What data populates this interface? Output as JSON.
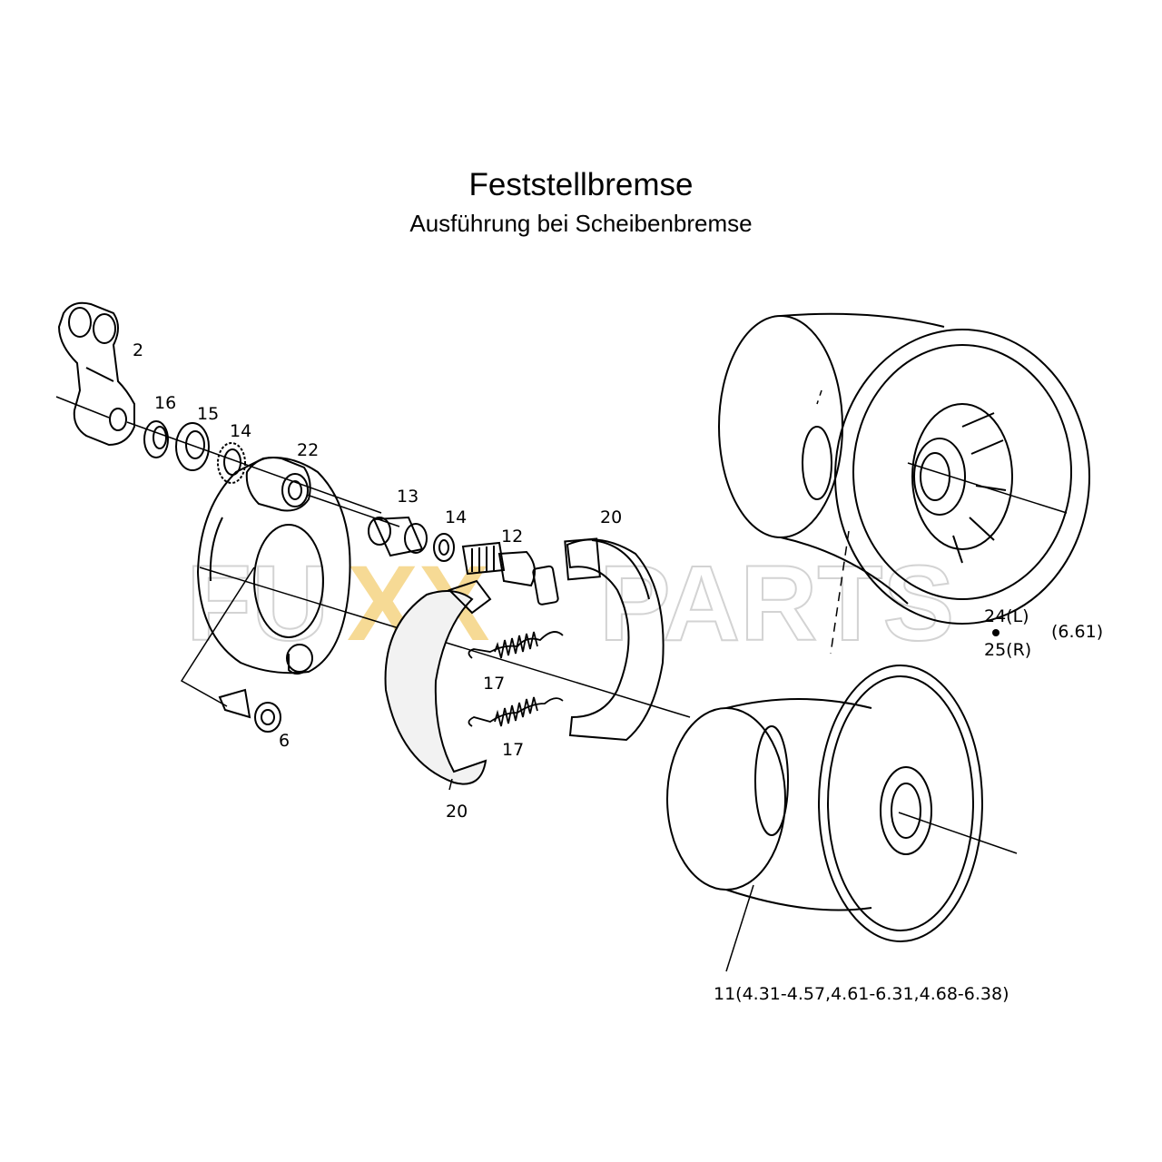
{
  "title": "Feststellbremse",
  "subtitle": "Ausführung bei Scheibenbremse",
  "watermark": {
    "left": "FU",
    "middle": "XX",
    "right": "PARTS",
    "middle_color": "#f6d78a",
    "outline_color": "#cfcfcf"
  },
  "callouts": {
    "c2": "2",
    "c16": "16",
    "c15": "15",
    "c14a": "14",
    "c22": "22",
    "c13": "13",
    "c14b": "14",
    "c12": "12",
    "c20a": "20",
    "c17a": "17",
    "c17b": "17",
    "c20b": "20",
    "c6": "6",
    "c24": "24(L)",
    "c25": "25(R)",
    "c661": "(6.61)",
    "c11": "11(4.31-4.57,4.61-6.31,4.68-6.38)"
  }
}
